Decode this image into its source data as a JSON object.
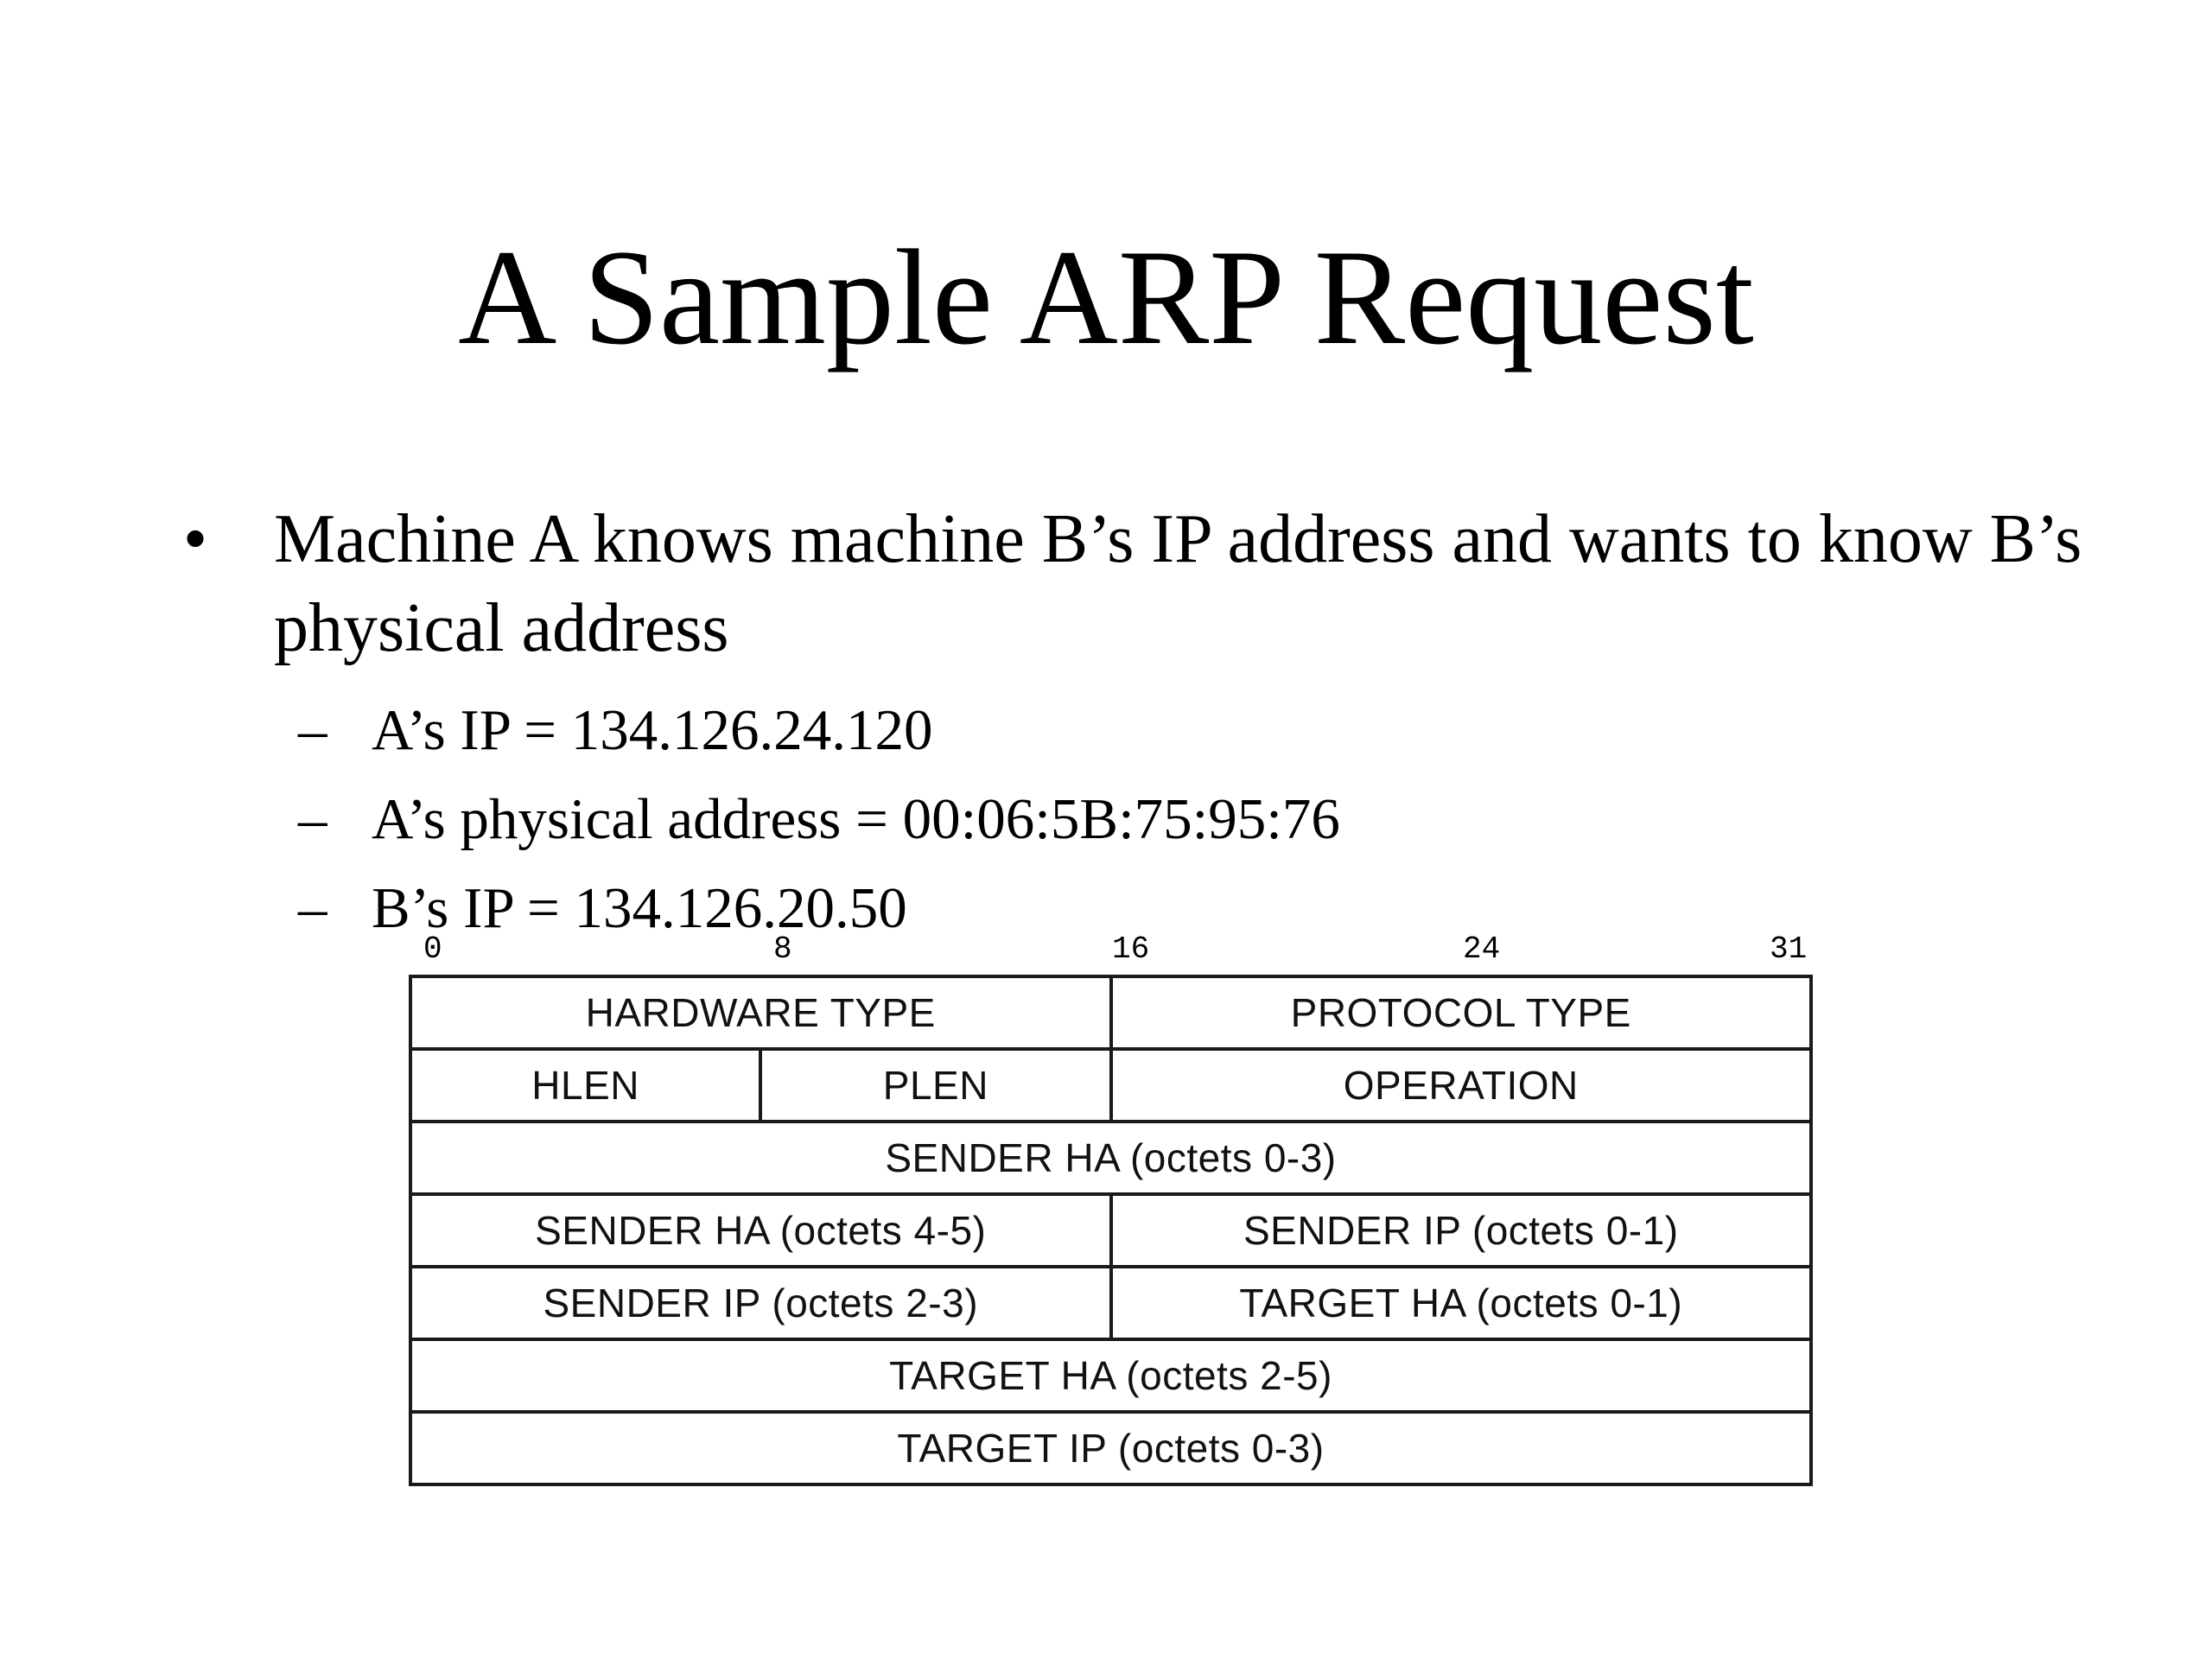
{
  "title": "A Sample ARP Request",
  "bullet": {
    "symbol": "•",
    "text": "Machine A knows machine B’s IP address and wants to know B’s physical address"
  },
  "sub_items": [
    {
      "dash": "–",
      "text": "A’s IP = 134.126.24.120"
    },
    {
      "dash": "–",
      "text": "A’s physical address = 00:06:5B:75:95:76"
    },
    {
      "dash": "–",
      "text": "B’s IP = 134.126.20.50"
    }
  ],
  "bit_labels": [
    "0",
    "8",
    "16",
    "24",
    "31"
  ],
  "packet": {
    "hardware_type": "HARDWARE TYPE",
    "protocol_type": "PROTOCOL TYPE",
    "hlen": "HLEN",
    "plen": "PLEN",
    "operation": "OPERATION",
    "sender_ha_0_3": "SENDER HA (octets 0-3)",
    "sender_ha_4_5": "SENDER HA (octets 4-5)",
    "sender_ip_0_1": "SENDER IP (octets 0-1)",
    "sender_ip_2_3": "SENDER IP (octets 2-3)",
    "target_ha_0_1": "TARGET HA (octets 0-1)",
    "target_ha_2_5": "TARGET HA (octets 2-5)",
    "target_ip_0_3": "TARGET IP (octets 0-3)"
  }
}
